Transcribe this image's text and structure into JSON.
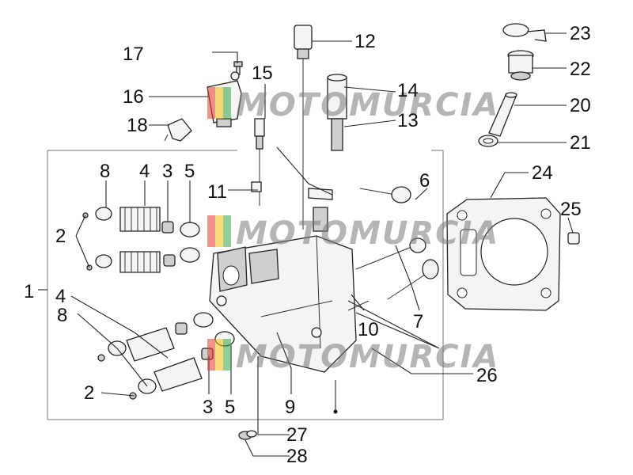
{
  "watermark": {
    "text": "MOTOMURCIA",
    "colors": [
      "#e23b2e",
      "#f0c419",
      "#3aa34b"
    ]
  },
  "callouts": {
    "c1": "1",
    "c2": "2",
    "c3": "3",
    "c4": "4",
    "c5": "5",
    "c6": "6",
    "c7": "7",
    "c8": "8",
    "c9": "9",
    "c10": "10",
    "c11": "11",
    "c12": "12",
    "c13": "13",
    "c14": "14",
    "c15": "15",
    "c16": "16",
    "c17": "17",
    "c18": "18",
    "c20": "20",
    "c21": "21",
    "c22": "22",
    "c23": "23",
    "c24": "24",
    "c25": "25",
    "c26": "26",
    "c27": "27",
    "c28": "28"
  }
}
